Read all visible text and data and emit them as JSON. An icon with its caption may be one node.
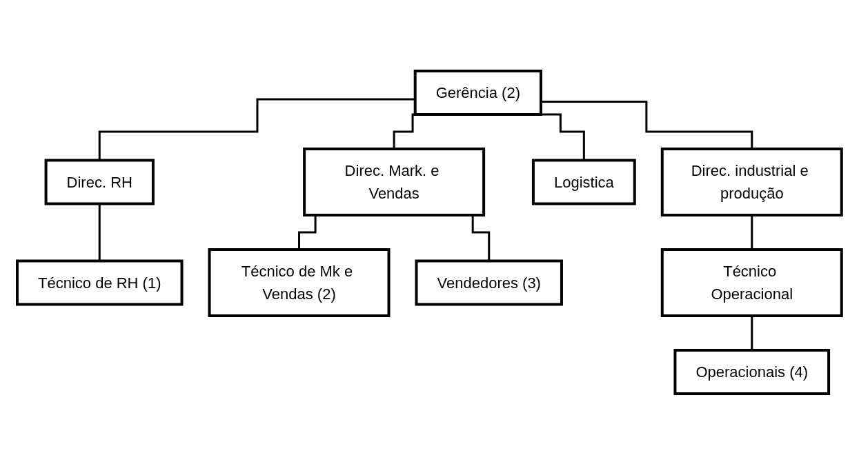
{
  "diagram": {
    "nodes": [
      {
        "text": [
          "Gerência (2)"
        ]
      },
      {
        "text": [
          "Direc. RH"
        ]
      },
      {
        "text": [
          "Direc. Mark. e Vendas"
        ]
      },
      {
        "text": [
          "Logistica"
        ]
      },
      {
        "text": [
          "Direc. industrial e produção"
        ]
      },
      {
        "text": [
          "Técnico de RH (1)"
        ]
      },
      {
        "text": [
          "Técnico de Mk e Vendas (2)"
        ]
      },
      {
        "text": [
          "Vendedores (3)"
        ]
      },
      {
        "text": [
          "Técnico Operacional"
        ]
      },
      {
        "text": [
          "Operacionais (4)"
        ]
      }
    ],
    "edges": [
      {
        "from": 0,
        "to": 1,
        "arrow": "none"
      },
      {
        "from": 0,
        "to": 2,
        "arrow": "none"
      },
      {
        "from": 0,
        "to": 3,
        "arrow": "none"
      },
      {
        "from": 0,
        "to": 4,
        "arrow": "none"
      },
      {
        "from": 1,
        "to": 5,
        "arrow": "none"
      },
      {
        "from": 2,
        "to": 6,
        "arrow": "none"
      },
      {
        "from": 2,
        "to": 7,
        "arrow": "none"
      },
      {
        "from": 4,
        "to": 8,
        "arrow": "none"
      },
      {
        "from": 8,
        "to": 9,
        "arrow": "none"
      }
    ]
  }
}
